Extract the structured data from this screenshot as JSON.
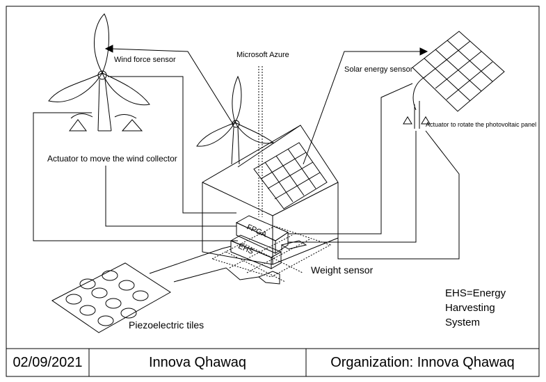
{
  "labels": {
    "wind_force_sensor": "Wind force sensor",
    "microsoft_azure": "Microsoft Azure",
    "solar_energy_sensor": "Solar energy sensor",
    "actuator_wind": "Actuator to move the wind collector",
    "actuator_panel": "Actuator to rotate the photovoltaic panel",
    "fpga": "FPGA",
    "ehs": "EHS",
    "weight_sensor": "Weight sensor",
    "piezoelectric_tiles": "Piezoelectric tiles",
    "legend_line1": "EHS=Energy",
    "legend_line2": "Harvesting",
    "legend_line3": "System"
  },
  "footer": {
    "date": "02/09/2021",
    "author": "Innova Qhawaq",
    "organization": "Organization: Innova Qhawaq"
  }
}
